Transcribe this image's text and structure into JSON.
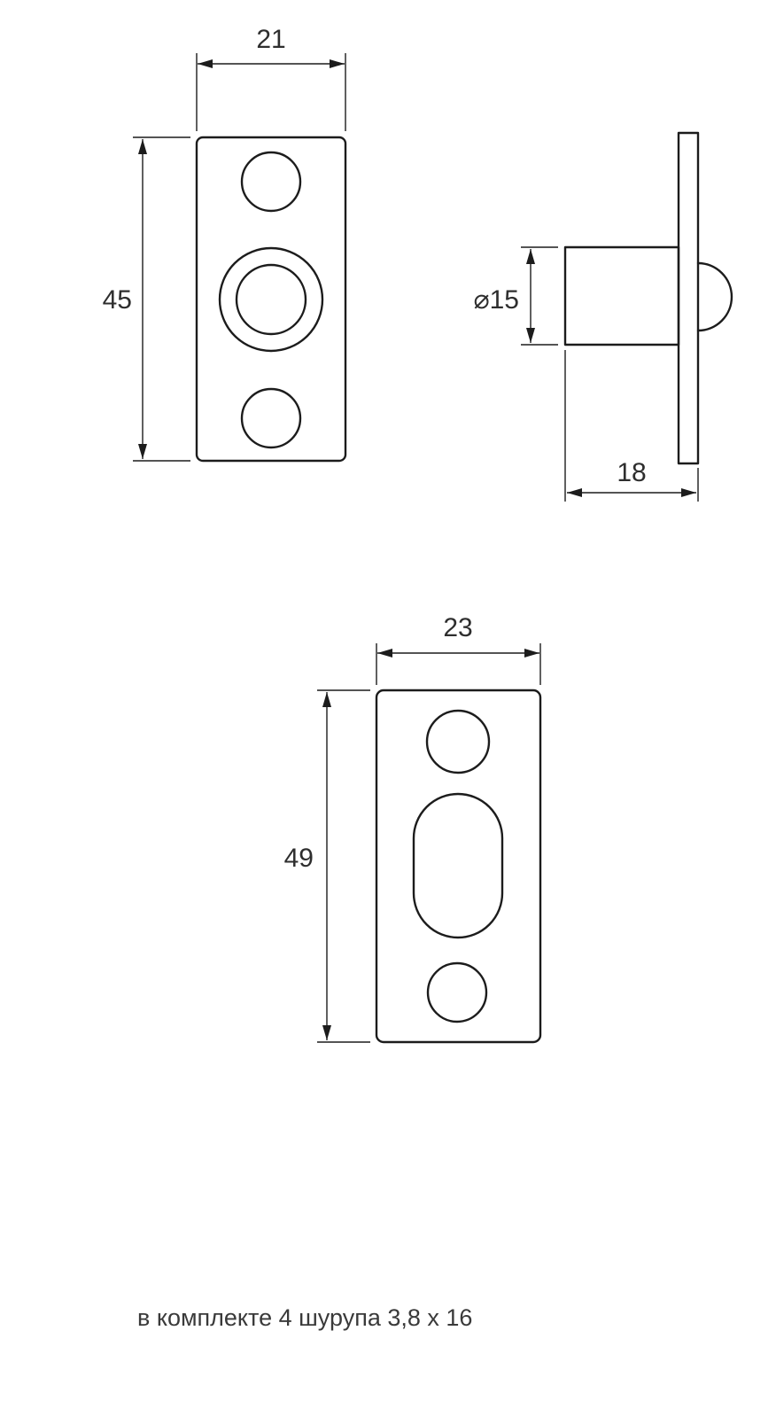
{
  "views": {
    "front": {
      "width_label": "21",
      "height_label": "45"
    },
    "side": {
      "diameter_label": "⌀15",
      "depth_label": "18"
    },
    "strike_plate": {
      "width_label": "23",
      "height_label": "49"
    }
  },
  "caption": "в комплекте 4 шурупа 3,8 x 16",
  "colors": {
    "line_color": "#1c1c1c",
    "text_color": "#3a3a3a",
    "background": "#ffffff"
  }
}
